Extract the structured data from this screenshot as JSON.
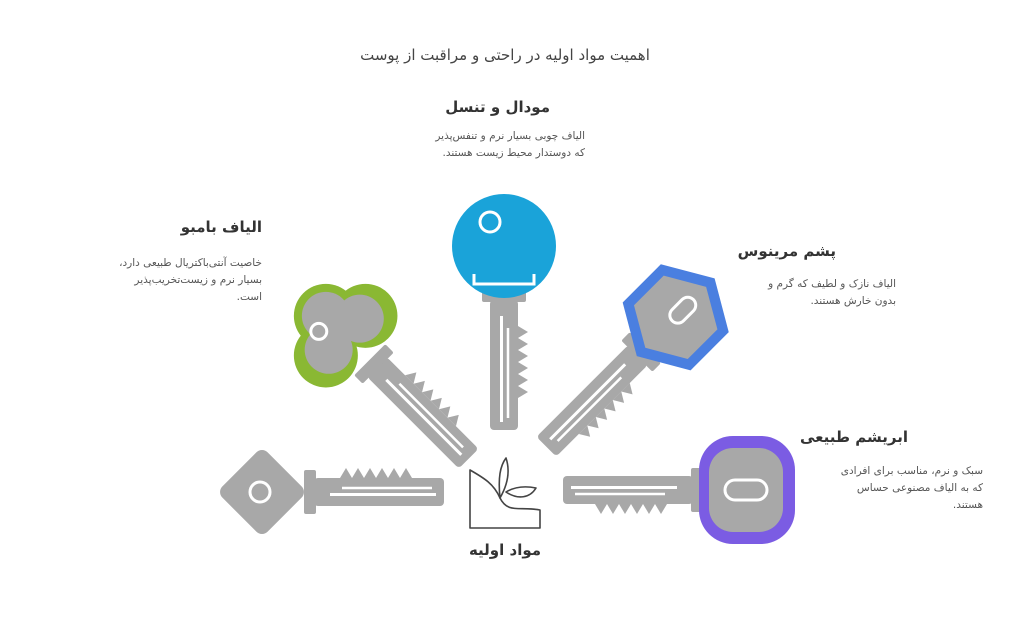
{
  "title": "اهمیت مواد اولیه در راحتی و مراقبت از پوست",
  "center": {
    "label": "مواد اولیه",
    "icon": "plant-icon"
  },
  "items": [
    {
      "id": "modal",
      "title": "مودال و تنسل",
      "lines": [
        "الیاف چوبی بسیار نرم و تنفس‌پذیر",
        "که دوستدار محیط زیست هستند."
      ],
      "color": "#1aa3d9"
    },
    {
      "id": "bamboo",
      "title": "الیاف بامبو",
      "lines": [
        "خاصیت آنتی‌باکتریال طبیعی دارد،",
        "بسیار نرم و زیست‌تخریب‌پذیر",
        "است."
      ],
      "color": "#8ab833"
    },
    {
      "id": "merino",
      "title": "پشم مرینوس",
      "lines": [
        "الیاف نازک و لطیف که گرم و",
        "بدون خارش هستند."
      ],
      "color": "#4a7fe0"
    },
    {
      "id": "silk",
      "title": "ابریشم طبیعی",
      "lines": [
        "سبک و نرم، مناسب برای افرادی",
        "که به الیاف مصنوعی حساس",
        "هستند."
      ],
      "color": "#7b5ce3"
    }
  ],
  "colors": {
    "key_gray": "#a8a8a8",
    "background": "#ffffff"
  }
}
